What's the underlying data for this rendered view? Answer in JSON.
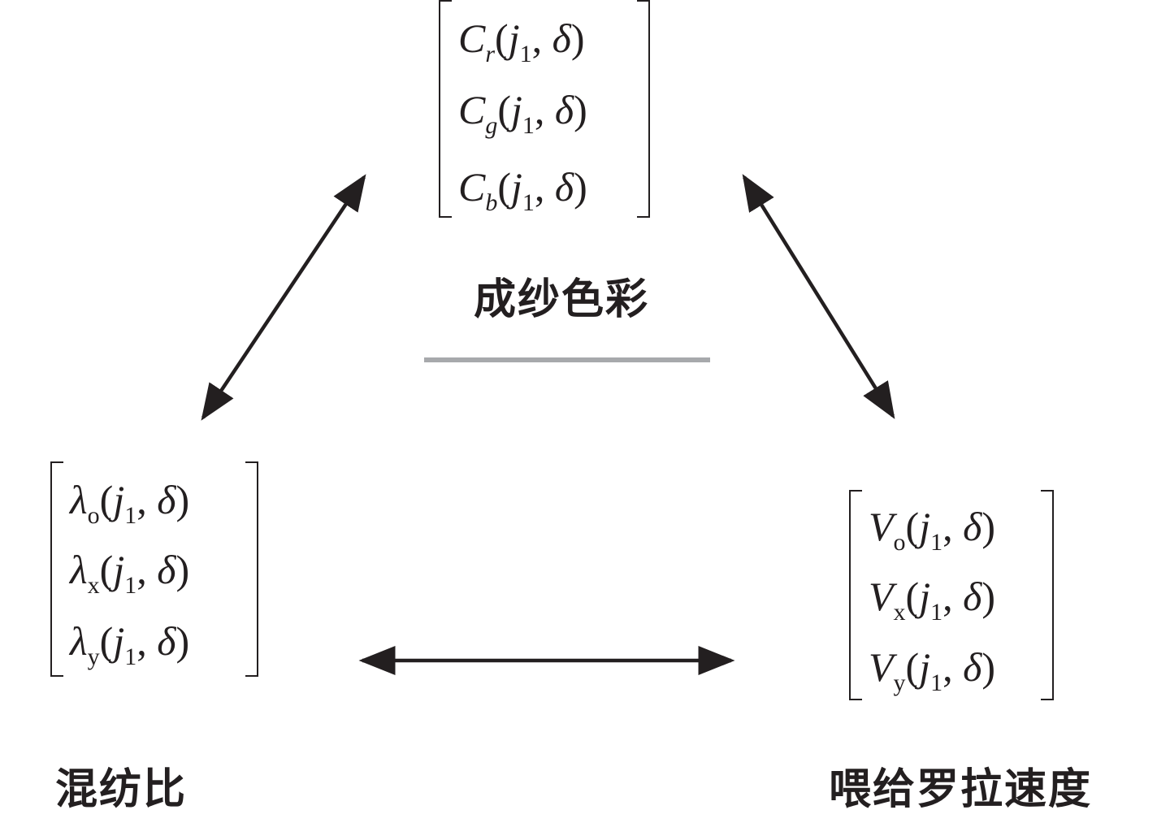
{
  "matrices": {
    "top": {
      "rows": [
        {
          "symbol": "C",
          "sub": "r",
          "arg": "j",
          "arg_sub": "1",
          "arg2": "δ"
        },
        {
          "symbol": "C",
          "sub": "g",
          "arg": "j",
          "arg_sub": "1",
          "arg2": "δ"
        },
        {
          "symbol": "C",
          "sub": "b",
          "arg": "j",
          "arg_sub": "1",
          "arg2": "δ"
        }
      ]
    },
    "left": {
      "rows": [
        {
          "symbol": "λ",
          "sub": "o",
          "arg": "j",
          "arg_sub": "1",
          "arg2": "δ"
        },
        {
          "symbol": "λ",
          "sub": "x",
          "arg": "j",
          "arg_sub": "1",
          "arg2": "δ"
        },
        {
          "symbol": "λ",
          "sub": "y",
          "arg": "j",
          "arg_sub": "1",
          "arg2": "δ"
        }
      ]
    },
    "right": {
      "rows": [
        {
          "symbol": "V",
          "sub": "o",
          "arg": "j",
          "arg_sub": "1",
          "arg2": "δ"
        },
        {
          "symbol": "V",
          "sub": "x",
          "arg": "j",
          "arg_sub": "1",
          "arg2": "δ"
        },
        {
          "symbol": "V",
          "sub": "y",
          "arg": "j",
          "arg_sub": "1",
          "arg2": "δ"
        }
      ]
    }
  },
  "labels": {
    "top": "成纱色彩",
    "left": "混纺比",
    "right": "喂给罗拉速度"
  },
  "colors": {
    "ink": "#231f20",
    "divider": "#a7a9ac"
  }
}
